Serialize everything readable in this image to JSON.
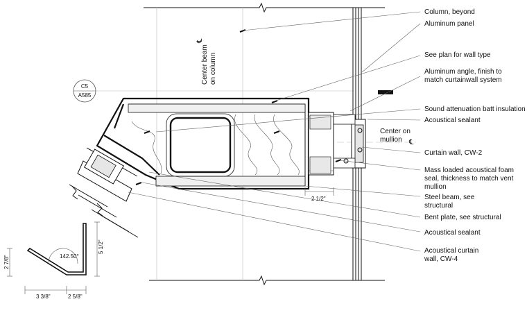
{
  "callouts": [
    "Column, beyond",
    "Aluminum panel",
    "See plan for wall type",
    "Aluminum angle, finish to",
    "match curtainwall system",
    "Sound attenuation batt insulation",
    "Acoustical sealant",
    "Curtain wall, CW-2",
    "Mass loaded acoustical foam",
    "seal, thickness to match vent",
    "mullion",
    "Steel beam, see",
    "structural",
    "Bent plate, see structural",
    "Acoustical sealant",
    "Acoustical curtain",
    "wall, CW-4"
  ],
  "center_beam": [
    "Center beam",
    "on column"
  ],
  "center_mullion": [
    "Center on",
    "mullion"
  ],
  "centerline_mark": "℄",
  "section_tag": {
    "id": "C5",
    "sheet": "A585"
  },
  "dimensions": {
    "gap": "2 1/2\"",
    "angle_height": "5 1/2\"",
    "angle_leg": "2 7/8\"",
    "angle_deg": "142.50°",
    "base_left": "3 3/8\"",
    "base_right": "2 5/8\""
  }
}
